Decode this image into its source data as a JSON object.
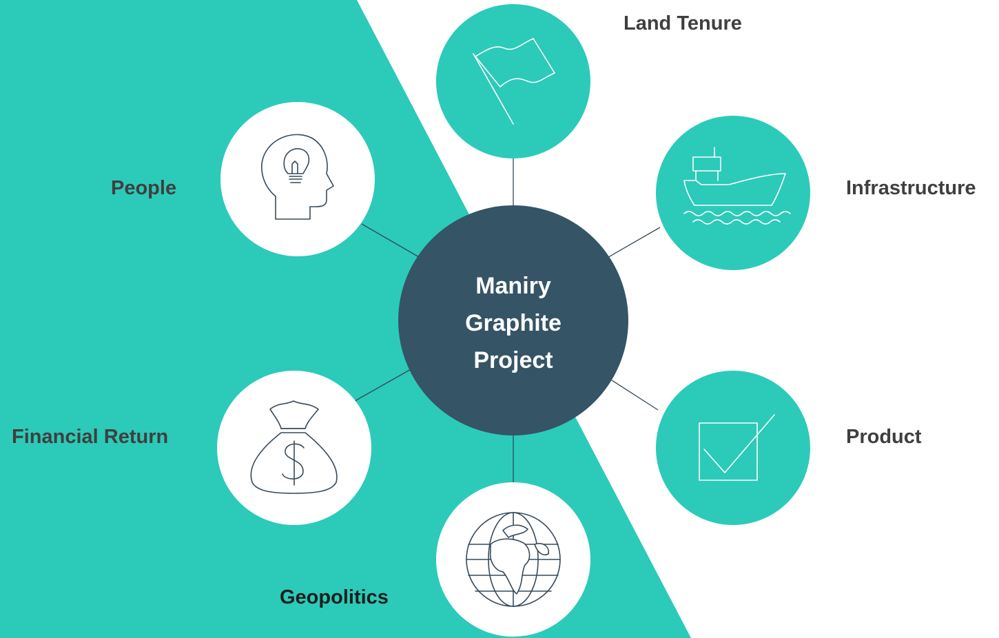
{
  "colors": {
    "teal": "#2ccab9",
    "center": "#355466",
    "white": "#ffffff",
    "icon_dark": "#35495a",
    "connector": "#35495a",
    "label": "#3f3f3f"
  },
  "center": {
    "line1": "Maniry",
    "line2": "Graphite",
    "line3": "Project"
  },
  "nodes": {
    "land_tenure": {
      "label": "Land Tenure",
      "icon": "flag-icon"
    },
    "infrastructure": {
      "label": "Infrastructure",
      "icon": "ship-icon"
    },
    "product": {
      "label": "Product",
      "icon": "checkbox-icon"
    },
    "geopolitics": {
      "label": "Geopolitics",
      "icon": "globe-icon"
    },
    "financial_return": {
      "label": "Financial Return",
      "icon": "money-bag-icon"
    },
    "people": {
      "label": "People",
      "icon": "head-lightbulb-icon"
    }
  }
}
